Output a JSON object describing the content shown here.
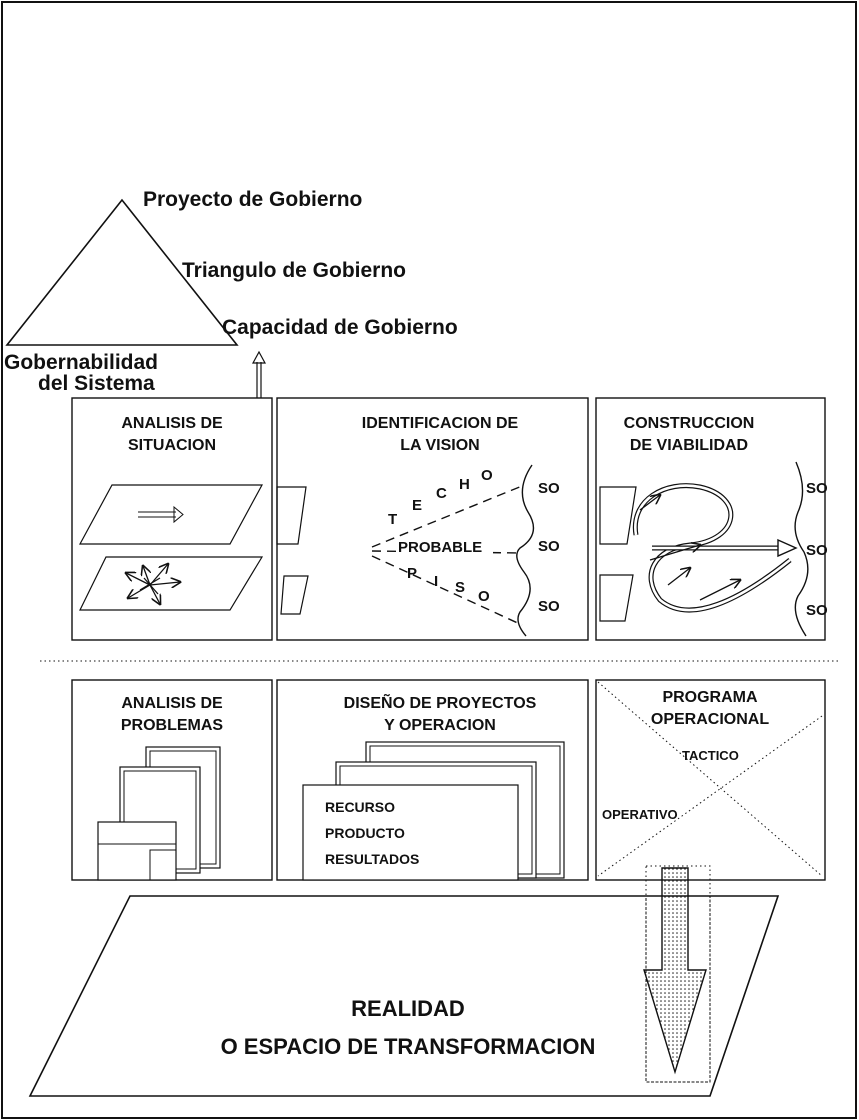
{
  "triangle": {
    "top_label": "Proyecto de Gobierno",
    "middle_label": "Triangulo de Gobierno",
    "right_label": "Capacidad de Gobierno",
    "left_label_line1": "Gobernabilidad",
    "left_label_line2": "del Sistema"
  },
  "panels_top": {
    "situacion": {
      "line1": "ANALISIS DE",
      "line2": "SITUACION"
    },
    "vision": {
      "line1": "IDENTIFICACION DE",
      "line2": "LA VISION",
      "techo": [
        "T",
        "E",
        "C",
        "H",
        "O"
      ],
      "probable": "PROBABLE",
      "piso": [
        "P",
        "I",
        "S",
        "O"
      ],
      "so": [
        "SO",
        "SO",
        "SO"
      ]
    },
    "viabilidad": {
      "line1": "CONSTRUCCION",
      "line2": "DE VIABILIDAD",
      "so": [
        "SO",
        "SO",
        "SO"
      ]
    }
  },
  "panels_bottom": {
    "problemas": {
      "line1": "ANALISIS DE",
      "line2": "PROBLEMAS"
    },
    "proyectos": {
      "line1": "DISEÑO DE PROYECTOS",
      "line2": "Y OPERACION",
      "items": [
        "RECURSO",
        "PRODUCTO",
        "RESULTADOS"
      ]
    },
    "programa": {
      "line1": "PROGRAMA",
      "line2": "OPERACIONAL",
      "tactico": "TACTICO",
      "operativo": "OPERATIVO"
    }
  },
  "reality": {
    "line1": "REALIDAD",
    "line2": "O ESPACIO DE TRANSFORMACION"
  }
}
